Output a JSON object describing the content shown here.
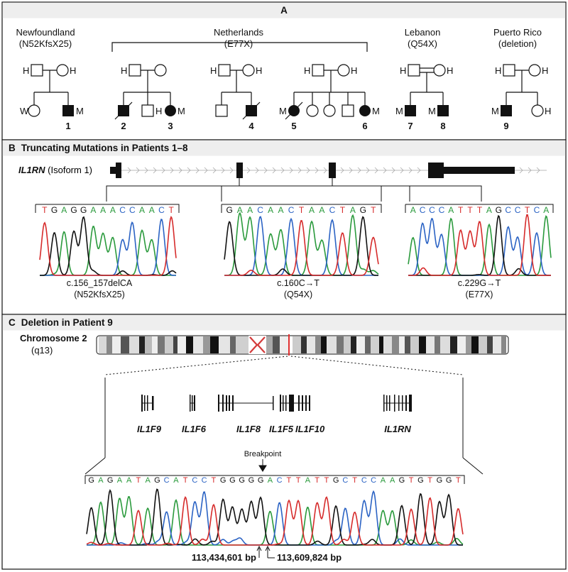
{
  "panels": {
    "a": {
      "letter": "A",
      "families": {
        "newfoundland": {
          "name": "Newfoundland",
          "mutation": "(N52KfsX25)"
        },
        "netherlands": {
          "name": "Netherlands",
          "mutation": "(E77X)"
        },
        "lebanon": {
          "name": "Lebanon",
          "mutation": "(Q54X)"
        },
        "puertorico": {
          "name": "Puerto Rico",
          "mutation": "(deletion)"
        }
      },
      "genotype_labels": {
        "H": "H",
        "W": "W",
        "M": "M"
      },
      "patients": [
        "1",
        "2",
        "3",
        "4",
        "5",
        "6",
        "7",
        "8",
        "9"
      ]
    },
    "b": {
      "letter": "B",
      "title": "Truncating Mutations in Patients 1–8",
      "gene": "IL1RN",
      "isoform": " (Isoform 1)",
      "traces": [
        {
          "seq": "TGAGGAAACCAACT",
          "caption1": "c.156_157delCA",
          "caption2": "(N52KfsX25)"
        },
        {
          "seq": "GAACAACTAACTAGT",
          "caption1": "c.160C→T",
          "caption2": "(Q54X)"
        },
        {
          "seq": "ACCCATTTAGCCTCA",
          "caption1": "c.229G→T",
          "caption2": "(E77X)"
        }
      ]
    },
    "c": {
      "letter": "C",
      "title": "Deletion in Patient 9",
      "chrom_line1": "Chromosome 2",
      "chrom_line2": "(q13)",
      "genes": [
        "IL1F9",
        "IL1F6",
        "IL1F8",
        "IL1F5",
        "IL1F10",
        "IL1RN"
      ],
      "breakpoint_label": "Breakpoint",
      "seq": "GAGAATAGCATCCTGGGGGACTTATTGCTCCAAGTGTGGT",
      "coord_left": "113,434,601 bp",
      "coord_right": "113,609,824 bp"
    }
  },
  "colors": {
    "A": "#2a9a3c",
    "C": "#2b63c4",
    "G": "#111111",
    "T": "#d62b2b"
  }
}
